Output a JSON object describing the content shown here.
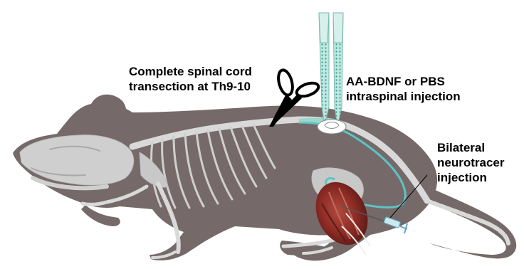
{
  "labels": {
    "transection": {
      "line1": "Complete spinal cord",
      "line2": "transection at Th9-10"
    },
    "intraspinal": {
      "line1": "AA-BDNF or PBS",
      "line2": "intraspinal injection"
    },
    "neurotracer": {
      "line1": "Bilateral",
      "line2": "neurotracer",
      "line3": "injection"
    }
  },
  "colors": {
    "body": "#756a69",
    "skeleton": "#d9d9d9",
    "spinal_cord": "#5cc4c7",
    "muscle": "#8b2a24",
    "pipette": "#a8ded7",
    "scissors": "#000000"
  }
}
